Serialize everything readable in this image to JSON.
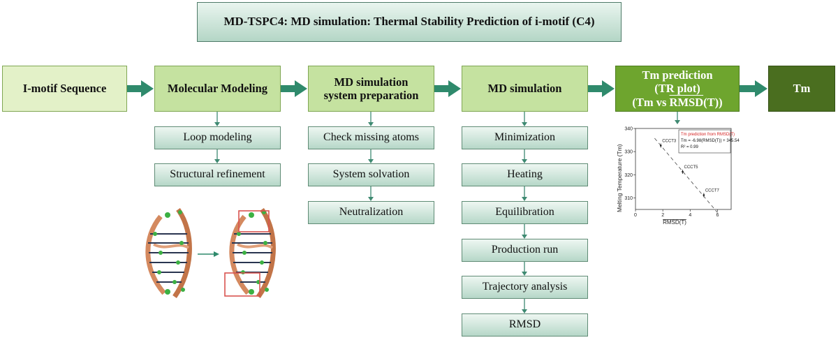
{
  "title": "MD-TSPC4: MD simulation: Thermal Stability Prediction of i-motif (C4)",
  "stages": {
    "sequence": "I-motif Sequence",
    "modeling": "Molecular Modeling",
    "prep_line1": "MD simulation",
    "prep_line2": "system preparation",
    "md": "MD simulation",
    "tm_line1": "Tm prediction",
    "tm_line2": "(TR plot)",
    "tm_line3_pre": "(Tm vs ",
    "tm_line3_over": "RMSD",
    "tm_line3_post": "(T))",
    "tm": "Tm"
  },
  "modeling_steps": [
    "Loop modeling",
    "Structural refinement"
  ],
  "prep_steps": [
    "Check missing atoms",
    "System solvation",
    "Neutralization"
  ],
  "md_steps": [
    "Minimization",
    "Heating",
    "Equilibration",
    "Production run",
    "Trajectory analysis",
    "RMSD"
  ],
  "chart_data": {
    "type": "scatter",
    "title": "",
    "xlabel": "RMSD(T)",
    "ylabel": "Melting Temperature (Tm)",
    "xlim": [
      0,
      7
    ],
    "ylim": [
      305,
      340
    ],
    "xticks": [
      0,
      2,
      4,
      6
    ],
    "yticks": [
      310,
      320,
      330,
      340
    ],
    "points": [
      {
        "label": "CCCT3",
        "x": 1.85,
        "y": 332.6
      },
      {
        "label": "CCCT5",
        "x": 3.45,
        "y": 321.3
      },
      {
        "label": "CCCT7",
        "x": 5.0,
        "y": 311.2
      }
    ],
    "fit": {
      "slope": -6.98,
      "intercept": 345.54,
      "style": "dashed"
    },
    "legend": {
      "heading": "Tm prediction from RMSD(T)",
      "equation": "Tm = -6.98(RMSD(T)) + 345.54",
      "r2": "R² = 0.99",
      "placement": "top-right"
    },
    "grid": false
  }
}
